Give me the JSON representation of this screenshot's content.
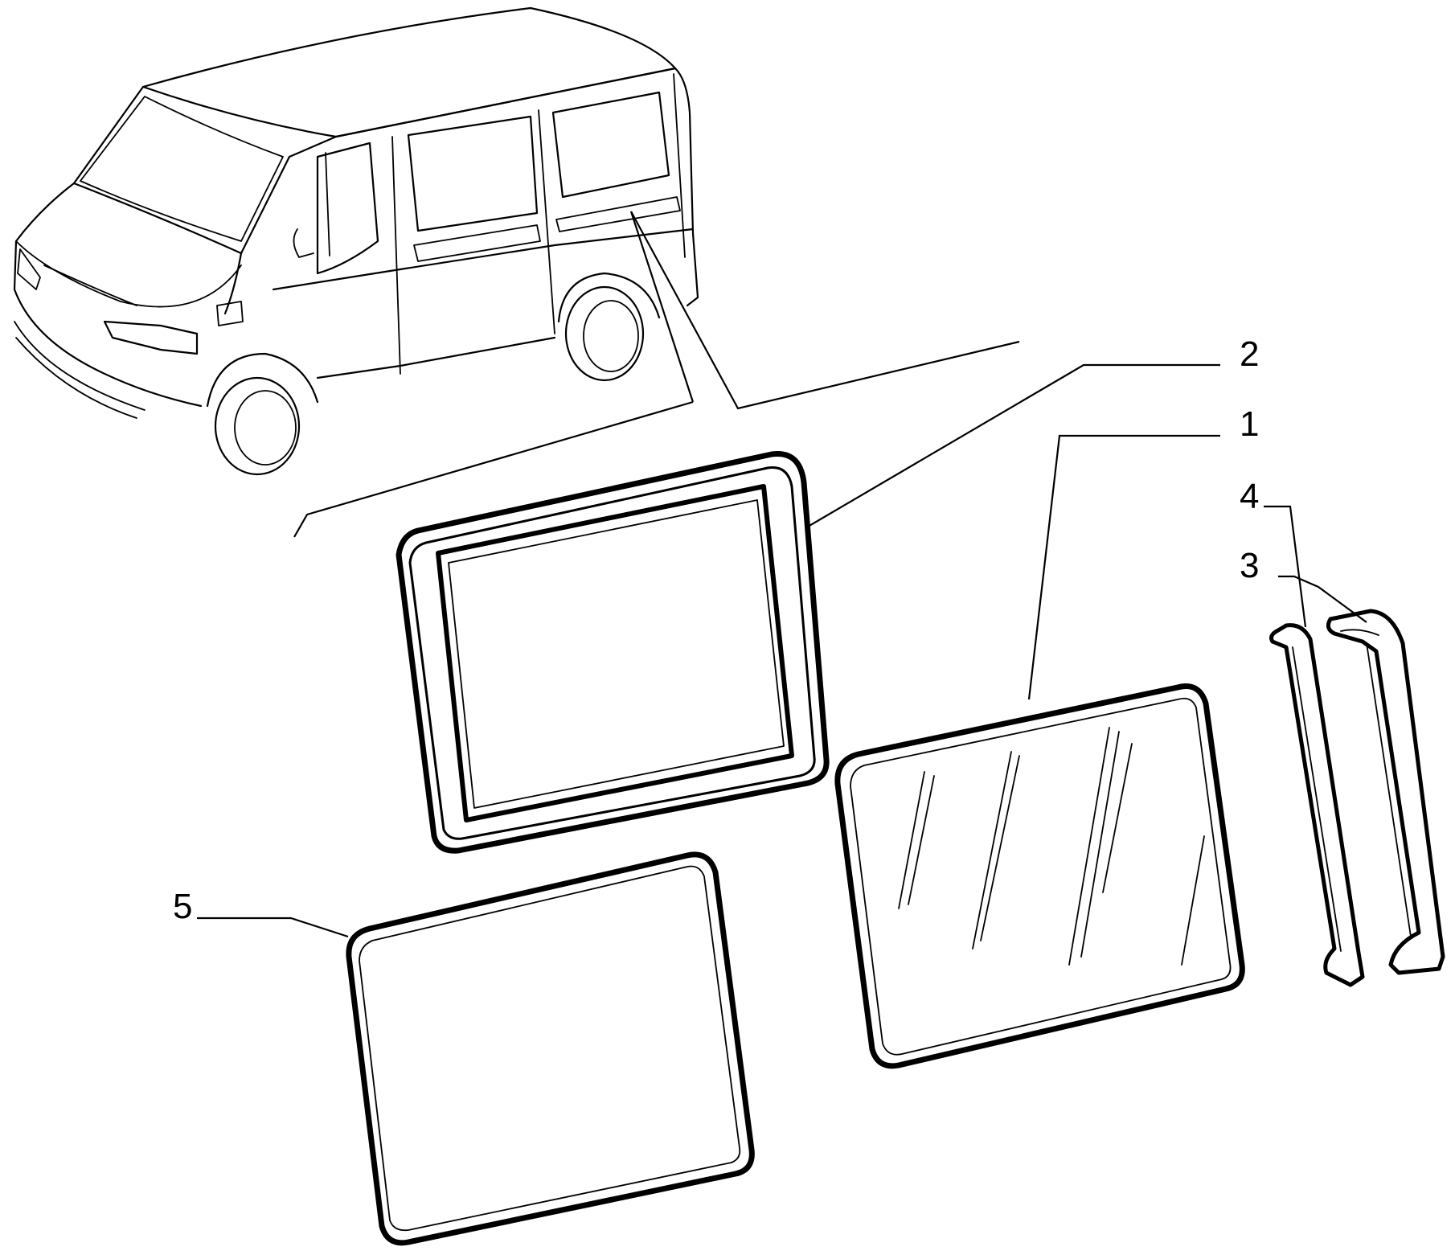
{
  "diagram": {
    "callouts": [
      {
        "number": "1",
        "part": "side-window-glass"
      },
      {
        "number": "2",
        "part": "window-frame-seal"
      },
      {
        "number": "3",
        "part": "trim-strip-inner"
      },
      {
        "number": "4",
        "part": "trim-strip-outer"
      },
      {
        "number": "5",
        "part": "window-panel"
      }
    ],
    "colors": {
      "ink": "#000000",
      "paper": "#ffffff"
    }
  }
}
